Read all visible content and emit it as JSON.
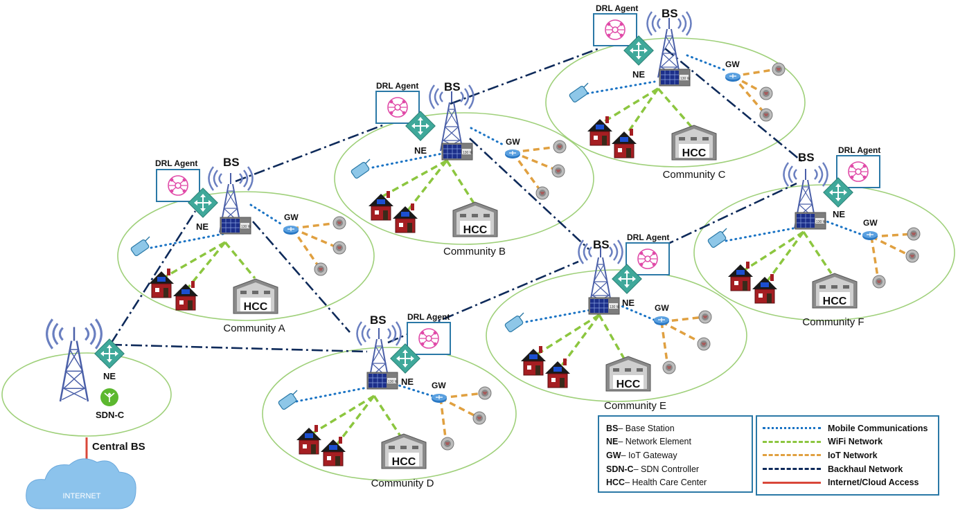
{
  "abbr_labels": {
    "bs": "BS",
    "ne": "NE",
    "gw": "GW",
    "hcc": "HCC",
    "drl": "DRL Agent",
    "sdn": "SDN-C",
    "central": "Central BS",
    "internet": "INTERNET",
    "solar": "130 W"
  },
  "communities": [
    {
      "name": "Community A"
    },
    {
      "name": "Community B"
    },
    {
      "name": "Community C"
    },
    {
      "name": "Community D"
    },
    {
      "name": "Community E"
    },
    {
      "name": "Community F"
    }
  ],
  "legend_abbr": [
    {
      "key": "BS",
      "desc": " – Base Station"
    },
    {
      "key": "NE",
      "desc": " – Network Element"
    },
    {
      "key": "GW",
      "desc": " – IoT Gateway"
    },
    {
      "key": "SDN-C",
      "desc": " – SDN Controller"
    },
    {
      "key": "HCC",
      "desc": " – Health Care Center"
    }
  ],
  "legend_lines": [
    {
      "label": "Mobile Communications",
      "color": "#1a73c4"
    },
    {
      "label": "WiFi Network",
      "color": "#8cc63f"
    },
    {
      "label": "IoT Network",
      "color": "#e0a040"
    },
    {
      "label": "Backhaul Network",
      "color": "#0e2a5a"
    },
    {
      "label": "Internet/Cloud Access",
      "color": "#d9473a"
    }
  ],
  "colors": {
    "community_ring": "#9fd07a",
    "tower": "#4a5fa8",
    "ne": "#3fa89a",
    "drl": "#e04aa8",
    "house": "#a51e22",
    "hcc": "#7a7a7a",
    "cloud": "#7ab8e8"
  }
}
